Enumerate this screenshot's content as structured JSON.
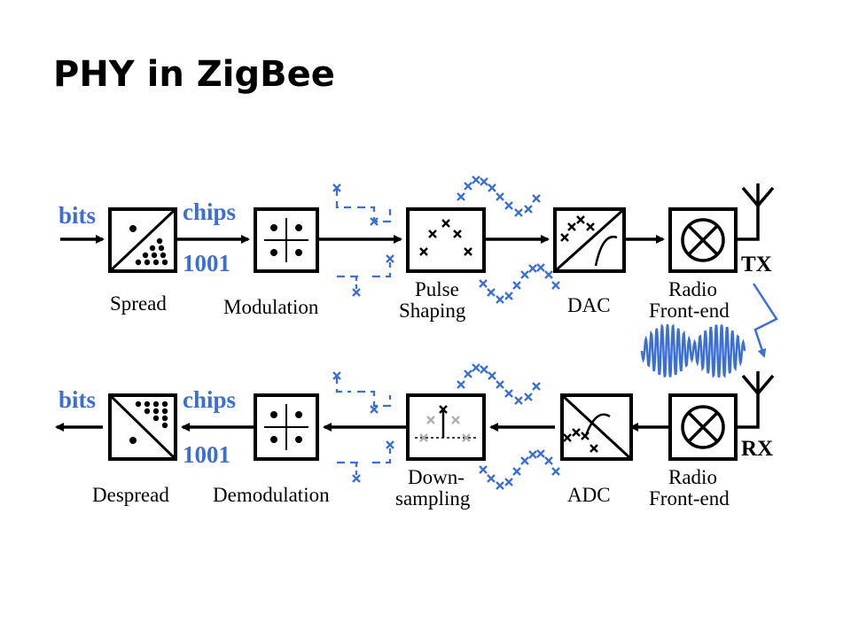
{
  "title": "PHY in ZigBee",
  "tx": {
    "input_label": "bits",
    "chips_label": "chips",
    "chips_value": "1001",
    "antenna_label": "TX",
    "blocks": {
      "spread": "Spread",
      "modulation": "Modulation",
      "pulse_shaping": [
        "Pulse",
        "Shaping"
      ],
      "dac": "DAC",
      "radio": [
        "Radio",
        "Front-end"
      ]
    }
  },
  "rx": {
    "output_label": "bits",
    "chips_label": "chips",
    "chips_value": "1001",
    "antenna_label": "RX",
    "blocks": {
      "despread": "Despread",
      "demodulation": "Demodulation",
      "downsampling": [
        "Down-",
        "sampling"
      ],
      "adc": "ADC",
      "radio": [
        "Radio",
        "Front-end"
      ]
    }
  },
  "colors": {
    "accent": "#3b6fd4",
    "ink": "#000000",
    "muted": "#b0b0b0"
  }
}
